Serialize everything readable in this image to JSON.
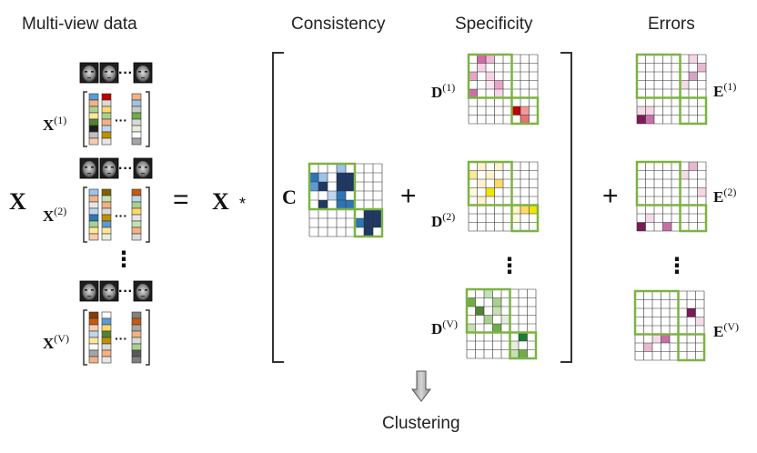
{
  "headings": {
    "multiview": "Multi-view data",
    "consistency": "Consistency",
    "specificity": "Specificity",
    "errors": "Errors",
    "clustering": "Clustering"
  },
  "symbols": {
    "x_big": "X",
    "equals": "=",
    "x_mul": "X",
    "star": "*",
    "c": "C",
    "plus": "+",
    "ellipsis": "⋮",
    "dots": "···"
  },
  "views": [
    {
      "base": "X",
      "sup": "(1)"
    },
    {
      "base": "X",
      "sup": "(2)"
    },
    {
      "base": "X",
      "sup": "(V)"
    }
  ],
  "d_labels": [
    {
      "base": "D",
      "sup": "(1)"
    },
    {
      "base": "D",
      "sup": "(2)"
    },
    {
      "base": "D",
      "sup": "(V)"
    }
  ],
  "e_labels": [
    {
      "base": "E",
      "sup": "(1)"
    },
    {
      "base": "E",
      "sup": "(2)"
    },
    {
      "base": "E",
      "sup": "(V)"
    }
  ],
  "colors": {
    "grid_line": "#333333",
    "block_border": "#7cb342",
    "arrow_fill": "#bdbdbd"
  }
}
